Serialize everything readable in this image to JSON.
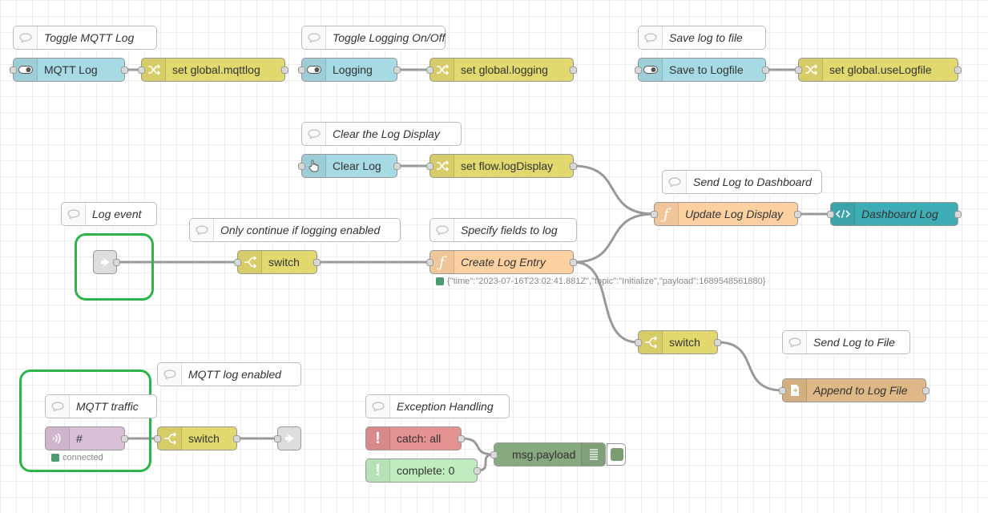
{
  "comments": {
    "toggle_mqtt_log": "Toggle MQTT Log",
    "toggle_logging": "Toggle Logging On/Off",
    "save_log_to_file": "Save log to file",
    "clear_log_display": "Clear the Log Display",
    "send_log_to_dashboard": "Send Log to Dashboard",
    "log_event": "Log event",
    "only_continue": "Only continue if logging enabled",
    "specify_fields": "Specify fields to log",
    "send_log_to_file": "Send Log to File",
    "mqtt_log_enabled": "MQTT log enabled",
    "mqtt_traffic": "MQTT traffic",
    "exception_handling": "Exception Handling"
  },
  "nodes": {
    "mqtt_log_switch": "MQTT Log",
    "set_global_mqttlog": "set global.mqttlog",
    "logging_switch": "Logging",
    "set_global_logging": "set global.logging",
    "save_to_logfile": "Save to Logfile",
    "set_global_uselogfile": "set global.useLogfile",
    "clear_log": "Clear Log",
    "set_flow_logdisplay": "set flow.logDisplay",
    "update_log_display": "Update Log Display",
    "dashboard_log": "Dashboard Log",
    "switch_logging": "switch",
    "create_log_entry": "Create Log Entry",
    "switch_file": "switch",
    "append_log_file": "Append to Log File",
    "mqtt_in": "#",
    "switch_mqtt": "switch",
    "catch_all": "catch: all",
    "complete": "complete: 0",
    "msg_payload": "msg.payload"
  },
  "status": {
    "create_log_entry": "{\"time\":\"2023-07-16T23:02:41.881Z\",\"topic\":\"Initialize\",\"payload\":1689548561880}",
    "mqtt_in": "connected"
  },
  "colors": {
    "canvas_grid": "#eeeeee",
    "highlight": "#2db54a",
    "inject": "#a6dae4",
    "change": "#e2d96e",
    "function": "#fdd0a2",
    "template": "#3fadb5",
    "mqtt": "#d8bfd8",
    "file": "#deb887",
    "catch": "#e49191",
    "complete": "#c0edc0",
    "debug": "#87a980",
    "status_ok": "#4e9a70"
  },
  "icons": {
    "comment": "comment-icon",
    "inject": "toggle-switch-icon",
    "change": "shuffle-icon",
    "switch": "switch-icon",
    "function": "function-icon",
    "template": "code-icon",
    "link": "link-icon",
    "mqtt": "radio-wave-icon",
    "file": "file-icon",
    "catch": "exclamation-icon",
    "debug": "list-icon"
  }
}
